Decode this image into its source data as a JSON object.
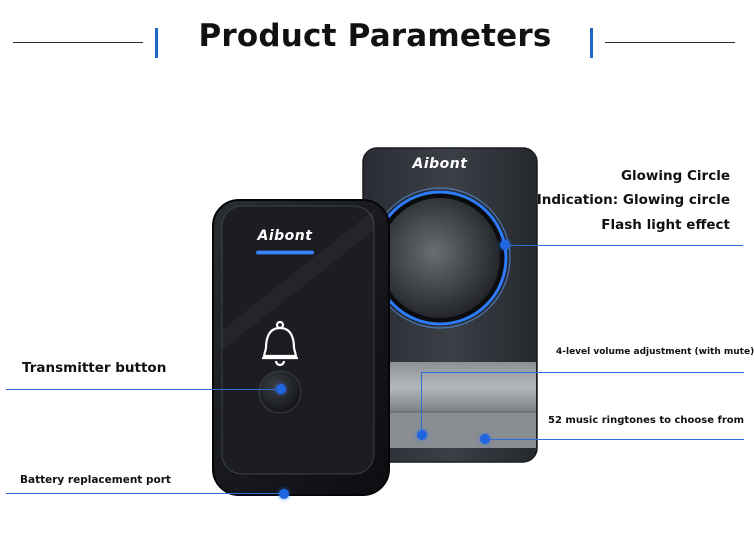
{
  "header": {
    "title": "Product Parameters"
  },
  "devices": {
    "transmitter": {
      "brand": "Aibont",
      "icon": "bell-icon"
    },
    "receiver": {
      "brand": "Aibont"
    }
  },
  "callouts": {
    "glowing_circle": "Glowing Circle",
    "indication": "Indication: Glowing circle",
    "flash": "Flash light effect",
    "volume": "4-level volume adjustment (with mute)",
    "ringtones": "52 music ringtones to choose from",
    "transmitter_button": "Transmitter button",
    "battery_port": "Battery replacement port"
  },
  "colors": {
    "accent": "#1f66e0",
    "device_body": "#1d1f24"
  }
}
